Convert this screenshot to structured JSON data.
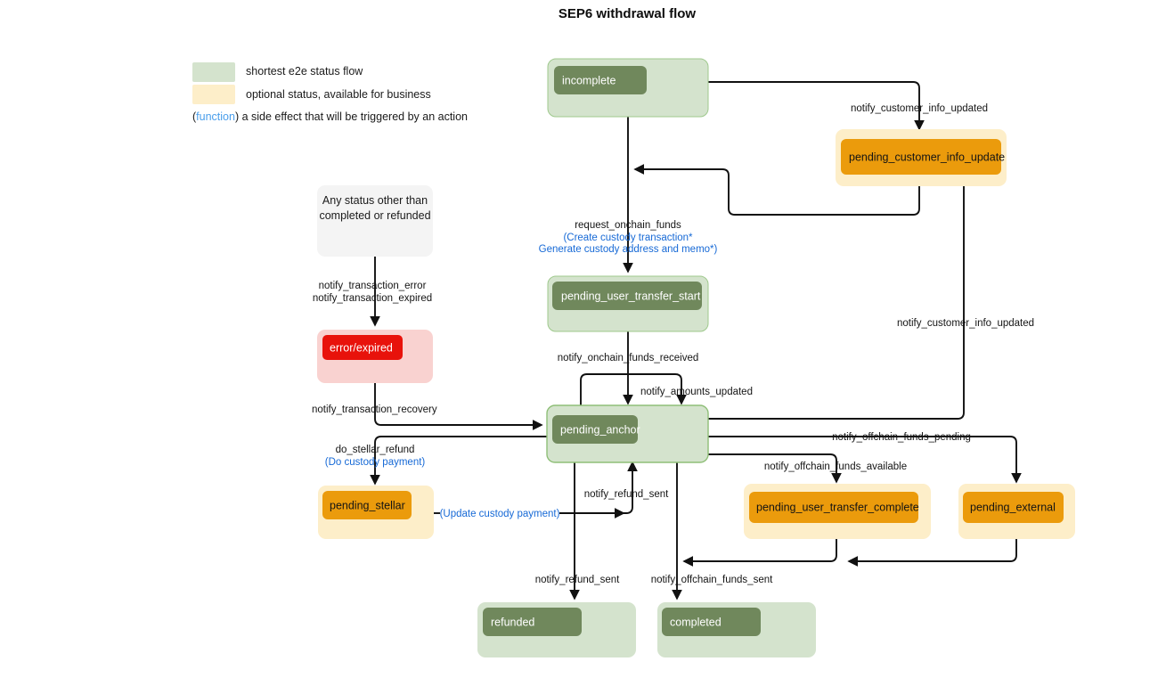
{
  "title": "SEP6 withdrawal flow",
  "legend": {
    "items": [
      {
        "swatch": "#d4e3cd",
        "label": "shortest e2e status flow"
      },
      {
        "swatch": "#fdeec9",
        "label": "optional status, available for business"
      }
    ],
    "function_note": {
      "prefix": "(",
      "keyword": "function",
      "suffix": ") a side effect that will be triggered by an action"
    }
  },
  "colors": {
    "green_outer": "#d4e3cd",
    "green_inner": "#70885c",
    "green_border": "#8fbf78",
    "orange_outer": "#fdeec9",
    "orange_inner": "#eb9b0c",
    "red_outer": "#f9d2d0",
    "red_inner": "#e8120b",
    "gray_outer": "#f4f4f4",
    "edge": "#111111",
    "function_blue": "#1669d6",
    "legend_blue": "#4a9eeb"
  },
  "nodes": [
    {
      "id": "incomplete",
      "label": "incomplete",
      "kind": "green"
    },
    {
      "id": "pending_customer_info_update",
      "label": "pending_customer_info_update",
      "kind": "orange"
    },
    {
      "id": "any_status",
      "line1": "Any status other than",
      "line2": "completed or refunded",
      "kind": "gray"
    },
    {
      "id": "error_expired",
      "label": "error/expired",
      "kind": "red"
    },
    {
      "id": "pending_user_transfer_start",
      "label": "pending_user_transfer_start",
      "kind": "green"
    },
    {
      "id": "pending_anchor",
      "label": "pending_anchor",
      "kind": "green"
    },
    {
      "id": "pending_stellar",
      "label": "pending_stellar",
      "kind": "orange"
    },
    {
      "id": "pending_user_transfer_complete",
      "label": "pending_user_transfer_complete",
      "kind": "orange"
    },
    {
      "id": "pending_external",
      "label": "pending_external",
      "kind": "orange"
    },
    {
      "id": "refunded",
      "label": "refunded",
      "kind": "green"
    },
    {
      "id": "completed",
      "label": "completed",
      "kind": "green"
    }
  ],
  "edges": [
    {
      "id": "e1",
      "from": "incomplete",
      "to": "pending_customer_info_update",
      "label": "notify_customer_info_updated"
    },
    {
      "id": "e2",
      "from": "pending_customer_info_update",
      "to": "incomplete",
      "label": ""
    },
    {
      "id": "e3",
      "from": "incomplete",
      "to": "pending_user_transfer_start",
      "label": "request_onchain_funds",
      "fn_lines": [
        "(Create custody transaction*",
        "Generate custody address and memo*)"
      ]
    },
    {
      "id": "e4",
      "from": "pending_user_transfer_start",
      "to": "pending_anchor",
      "label": "notify_onchain_funds_received"
    },
    {
      "id": "e5",
      "from": "pending_anchor",
      "to": "pending_anchor",
      "label": "notify_amounts_updated"
    },
    {
      "id": "e6",
      "from": "any_status",
      "to": "error_expired",
      "label_lines": [
        "notify_transaction_error",
        "notify_transaction_expired"
      ]
    },
    {
      "id": "e7",
      "from": "error_expired",
      "to": "pending_anchor",
      "label": "notify_transaction_recovery"
    },
    {
      "id": "e8",
      "from": "pending_anchor",
      "to": "pending_stellar",
      "label": "do_stellar_refund",
      "fn_lines": [
        "(Do custody payment)"
      ]
    },
    {
      "id": "e9",
      "from": "pending_stellar",
      "to": "pending_anchor",
      "fn_lines": [
        "(Update custody payment)"
      ]
    },
    {
      "id": "e10",
      "from": "pending_anchor",
      "to": "pending_customer_info_update",
      "label": "notify_customer_info_updated"
    },
    {
      "id": "e11",
      "from": "pending_anchor",
      "to": "pending_external",
      "label": "notify_offchain_funds_pending"
    },
    {
      "id": "e12",
      "from": "pending_anchor",
      "to": "pending_user_transfer_complete",
      "label": "notify_offchain_funds_available"
    },
    {
      "id": "e13",
      "from": "pending_anchor",
      "to": "refunded",
      "label": "notify_refund_sent"
    },
    {
      "id": "e14",
      "from": "pending_stellar",
      "to": "pending_anchor",
      "label": "notify_refund_sent"
    },
    {
      "id": "e15",
      "from": "pending_anchor",
      "to": "completed",
      "label": "notify_offchain_funds_sent"
    },
    {
      "id": "e16",
      "from": "pending_user_transfer_complete",
      "to": "completed",
      "label": ""
    },
    {
      "id": "e17",
      "from": "pending_external",
      "to": "completed",
      "label": ""
    }
  ]
}
